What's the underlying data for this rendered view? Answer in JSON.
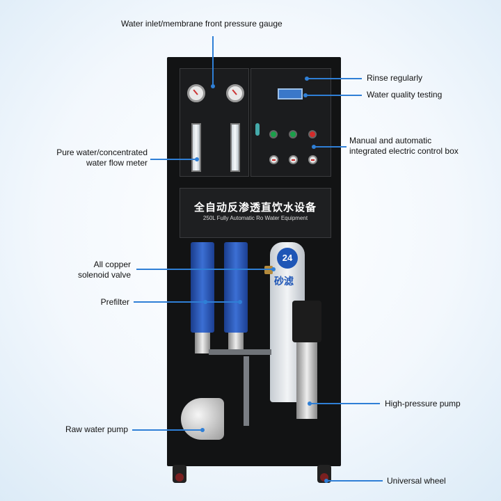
{
  "labels": {
    "inlet_gauge": "Water inlet/membrane front pressure gauge",
    "rinse": "Rinse regularly",
    "water_quality": "Water quality testing",
    "control_box": "Manual and automatic\nintegrated electric control box",
    "flow_meter": "Pure water/concentrated\nwater flow meter",
    "solenoid": "All copper\nsolenoid valve",
    "prefilter": "Prefilter",
    "high_pressure_pump": "High-pressure pump",
    "raw_pump": "Raw water pump",
    "wheel": "Universal wheel"
  },
  "machine": {
    "title_cn": "全自动反渗透直饮水设备",
    "title_en": "250L Fully Automatic Ro Water Equipment",
    "badge": "24",
    "tank_text": "砂滤"
  },
  "colors": {
    "accent": "#2f7fd6",
    "frame": "#121314",
    "filter_blue": "#2b5cc0"
  }
}
